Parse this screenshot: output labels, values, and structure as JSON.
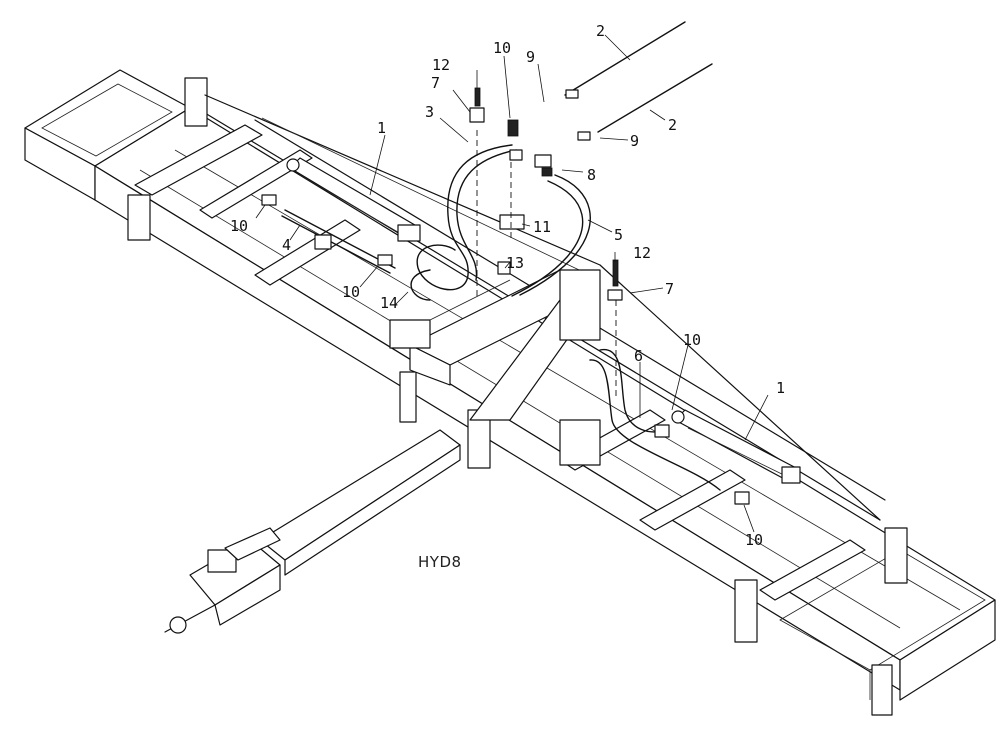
{
  "figure": {
    "drawing_id": "HYD8",
    "callouts": [
      {
        "id": "c1a",
        "label": "1"
      },
      {
        "id": "c1b",
        "label": "1"
      },
      {
        "id": "c2a",
        "label": "2"
      },
      {
        "id": "c2b",
        "label": "2"
      },
      {
        "id": "c3",
        "label": "3"
      },
      {
        "id": "c4",
        "label": "4"
      },
      {
        "id": "c5",
        "label": "5"
      },
      {
        "id": "c6",
        "label": "6"
      },
      {
        "id": "c7a",
        "label": "7"
      },
      {
        "id": "c7b",
        "label": "7"
      },
      {
        "id": "c8",
        "label": "8"
      },
      {
        "id": "c9a",
        "label": "9"
      },
      {
        "id": "c9b",
        "label": "9"
      },
      {
        "id": "c10a",
        "label": "10"
      },
      {
        "id": "c10b",
        "label": "10"
      },
      {
        "id": "c10c",
        "label": "10"
      },
      {
        "id": "c10d",
        "label": "10"
      },
      {
        "id": "c10e",
        "label": "10"
      },
      {
        "id": "c11",
        "label": "11"
      },
      {
        "id": "c12a",
        "label": "12"
      },
      {
        "id": "c12b",
        "label": "12"
      },
      {
        "id": "c13",
        "label": "13"
      },
      {
        "id": "c14",
        "label": "14"
      }
    ]
  }
}
